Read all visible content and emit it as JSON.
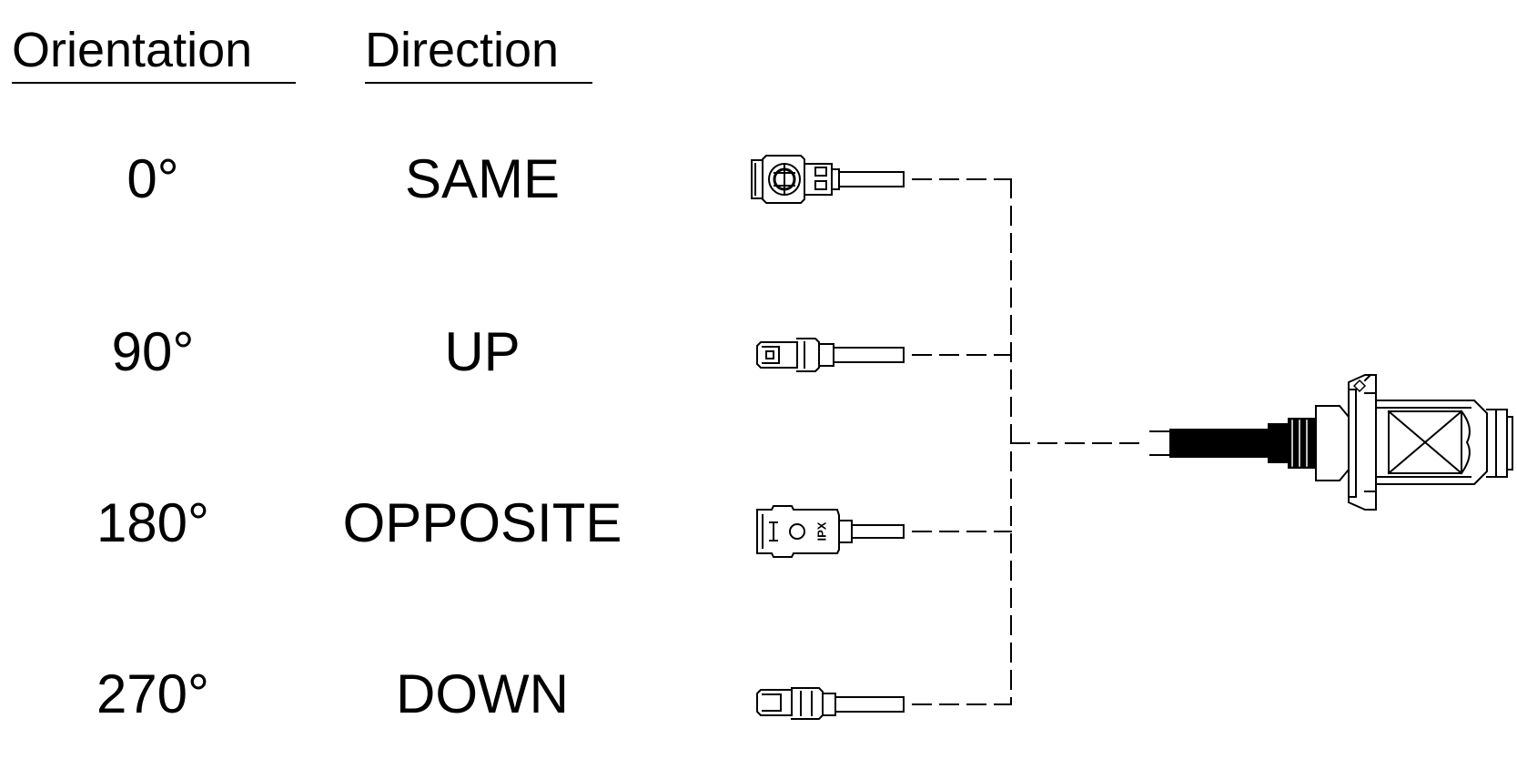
{
  "headers": {
    "orientation": "Orientation",
    "direction": "Direction"
  },
  "rows": [
    {
      "orientation": "0°",
      "direction": "SAME",
      "connector_marking": ""
    },
    {
      "orientation": "90°",
      "direction": "UP",
      "connector_marking": ""
    },
    {
      "orientation": "180°",
      "direction": "OPPOSITE",
      "connector_marking": "IPX"
    },
    {
      "orientation": "270°",
      "direction": "DOWN",
      "connector_marking": ""
    }
  ],
  "colors": {
    "ink": "#000000",
    "background": "#ffffff"
  }
}
